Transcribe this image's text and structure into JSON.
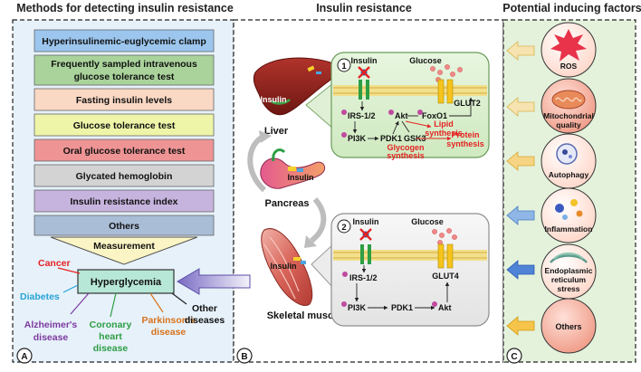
{
  "headers": {
    "left": "Methods for detecting insulin resistance",
    "middle": "Insulin resistance",
    "right": "Potential inducing factors"
  },
  "panel_labels": {
    "a": "A",
    "b": "B",
    "c": "C"
  },
  "methods": [
    {
      "label": "Hyperinsulinemic-euglycemic clamp",
      "fill": "#9cc6ee"
    },
    {
      "label": "Frequently sampled intravenous",
      "label2": "glucose tolerance test",
      "fill": "#a9d39a"
    },
    {
      "label": "Fasting insulin levels",
      "fill": "#f9d8c4"
    },
    {
      "label": "Glucose tolerance test",
      "fill": "#eef5a8"
    },
    {
      "label": "Oral glucose tolerance test",
      "fill": "#ee9494"
    },
    {
      "label": "Glycated hemoglobin",
      "fill": "#d3d3d3"
    },
    {
      "label": "Insulin resistance index",
      "fill": "#c6b4de"
    },
    {
      "label": "Others",
      "fill": "#a9bdd7"
    }
  ],
  "measurement": "Measurement",
  "hyperglycemia": "Hyperglycemia",
  "diseases": {
    "cancer": "Cancer",
    "diabetes": "Diabetes",
    "alzheimers": [
      "Alzheimer's",
      "disease"
    ],
    "coronary": [
      "Coronary",
      "heart",
      "disease"
    ],
    "parkinsons": [
      "Parkinson's",
      "disease"
    ],
    "other": [
      "Other",
      "diseases"
    ]
  },
  "colors": {
    "cancer": "#e52222",
    "diabetes": "#27a3d6",
    "alzheimers": "#7c3a9e",
    "coronary": "#2e9e44",
    "parkinsons": "#d7731b",
    "panel_c_bg": "#e4f2dc",
    "panel_a_bg": "#e6f1fa"
  },
  "organs": {
    "liver": "Liver",
    "pancreas": "Pancreas",
    "skeletal_muscle": "Skeletal muscle",
    "insulin_tag": "Insulin"
  },
  "liver_pathway": {
    "step": "1",
    "insulin": "Insulin",
    "glucose": "Glucose",
    "glut": "GLUT2",
    "irs": "IRS-1/2",
    "akt": "Akt",
    "foxo": "FoxO1",
    "pi3k": "PI3K",
    "pdk": "PDK1",
    "gsk": "GSK3",
    "lipid": [
      "Lipid",
      "synthesis"
    ],
    "protein": [
      "Protein",
      "synthesis"
    ],
    "glycogen": [
      "Glycogen",
      "synthesis"
    ]
  },
  "muscle_pathway": {
    "step": "2",
    "insulin": "Insulin",
    "glucose": "Glucose",
    "glut": "GLUT4",
    "irs": "IRS-1/2",
    "pi3k": "PI3K",
    "pdk": "PDK1",
    "akt": "Akt"
  },
  "factors": {
    "ros": "ROS",
    "mito": [
      "Mitochondrial",
      "quality"
    ],
    "autophagy": "Autophagy",
    "inflammation": "Inflammation",
    "er": [
      "Endoplasmic",
      "reticulum",
      "stress"
    ],
    "others": "Others"
  }
}
